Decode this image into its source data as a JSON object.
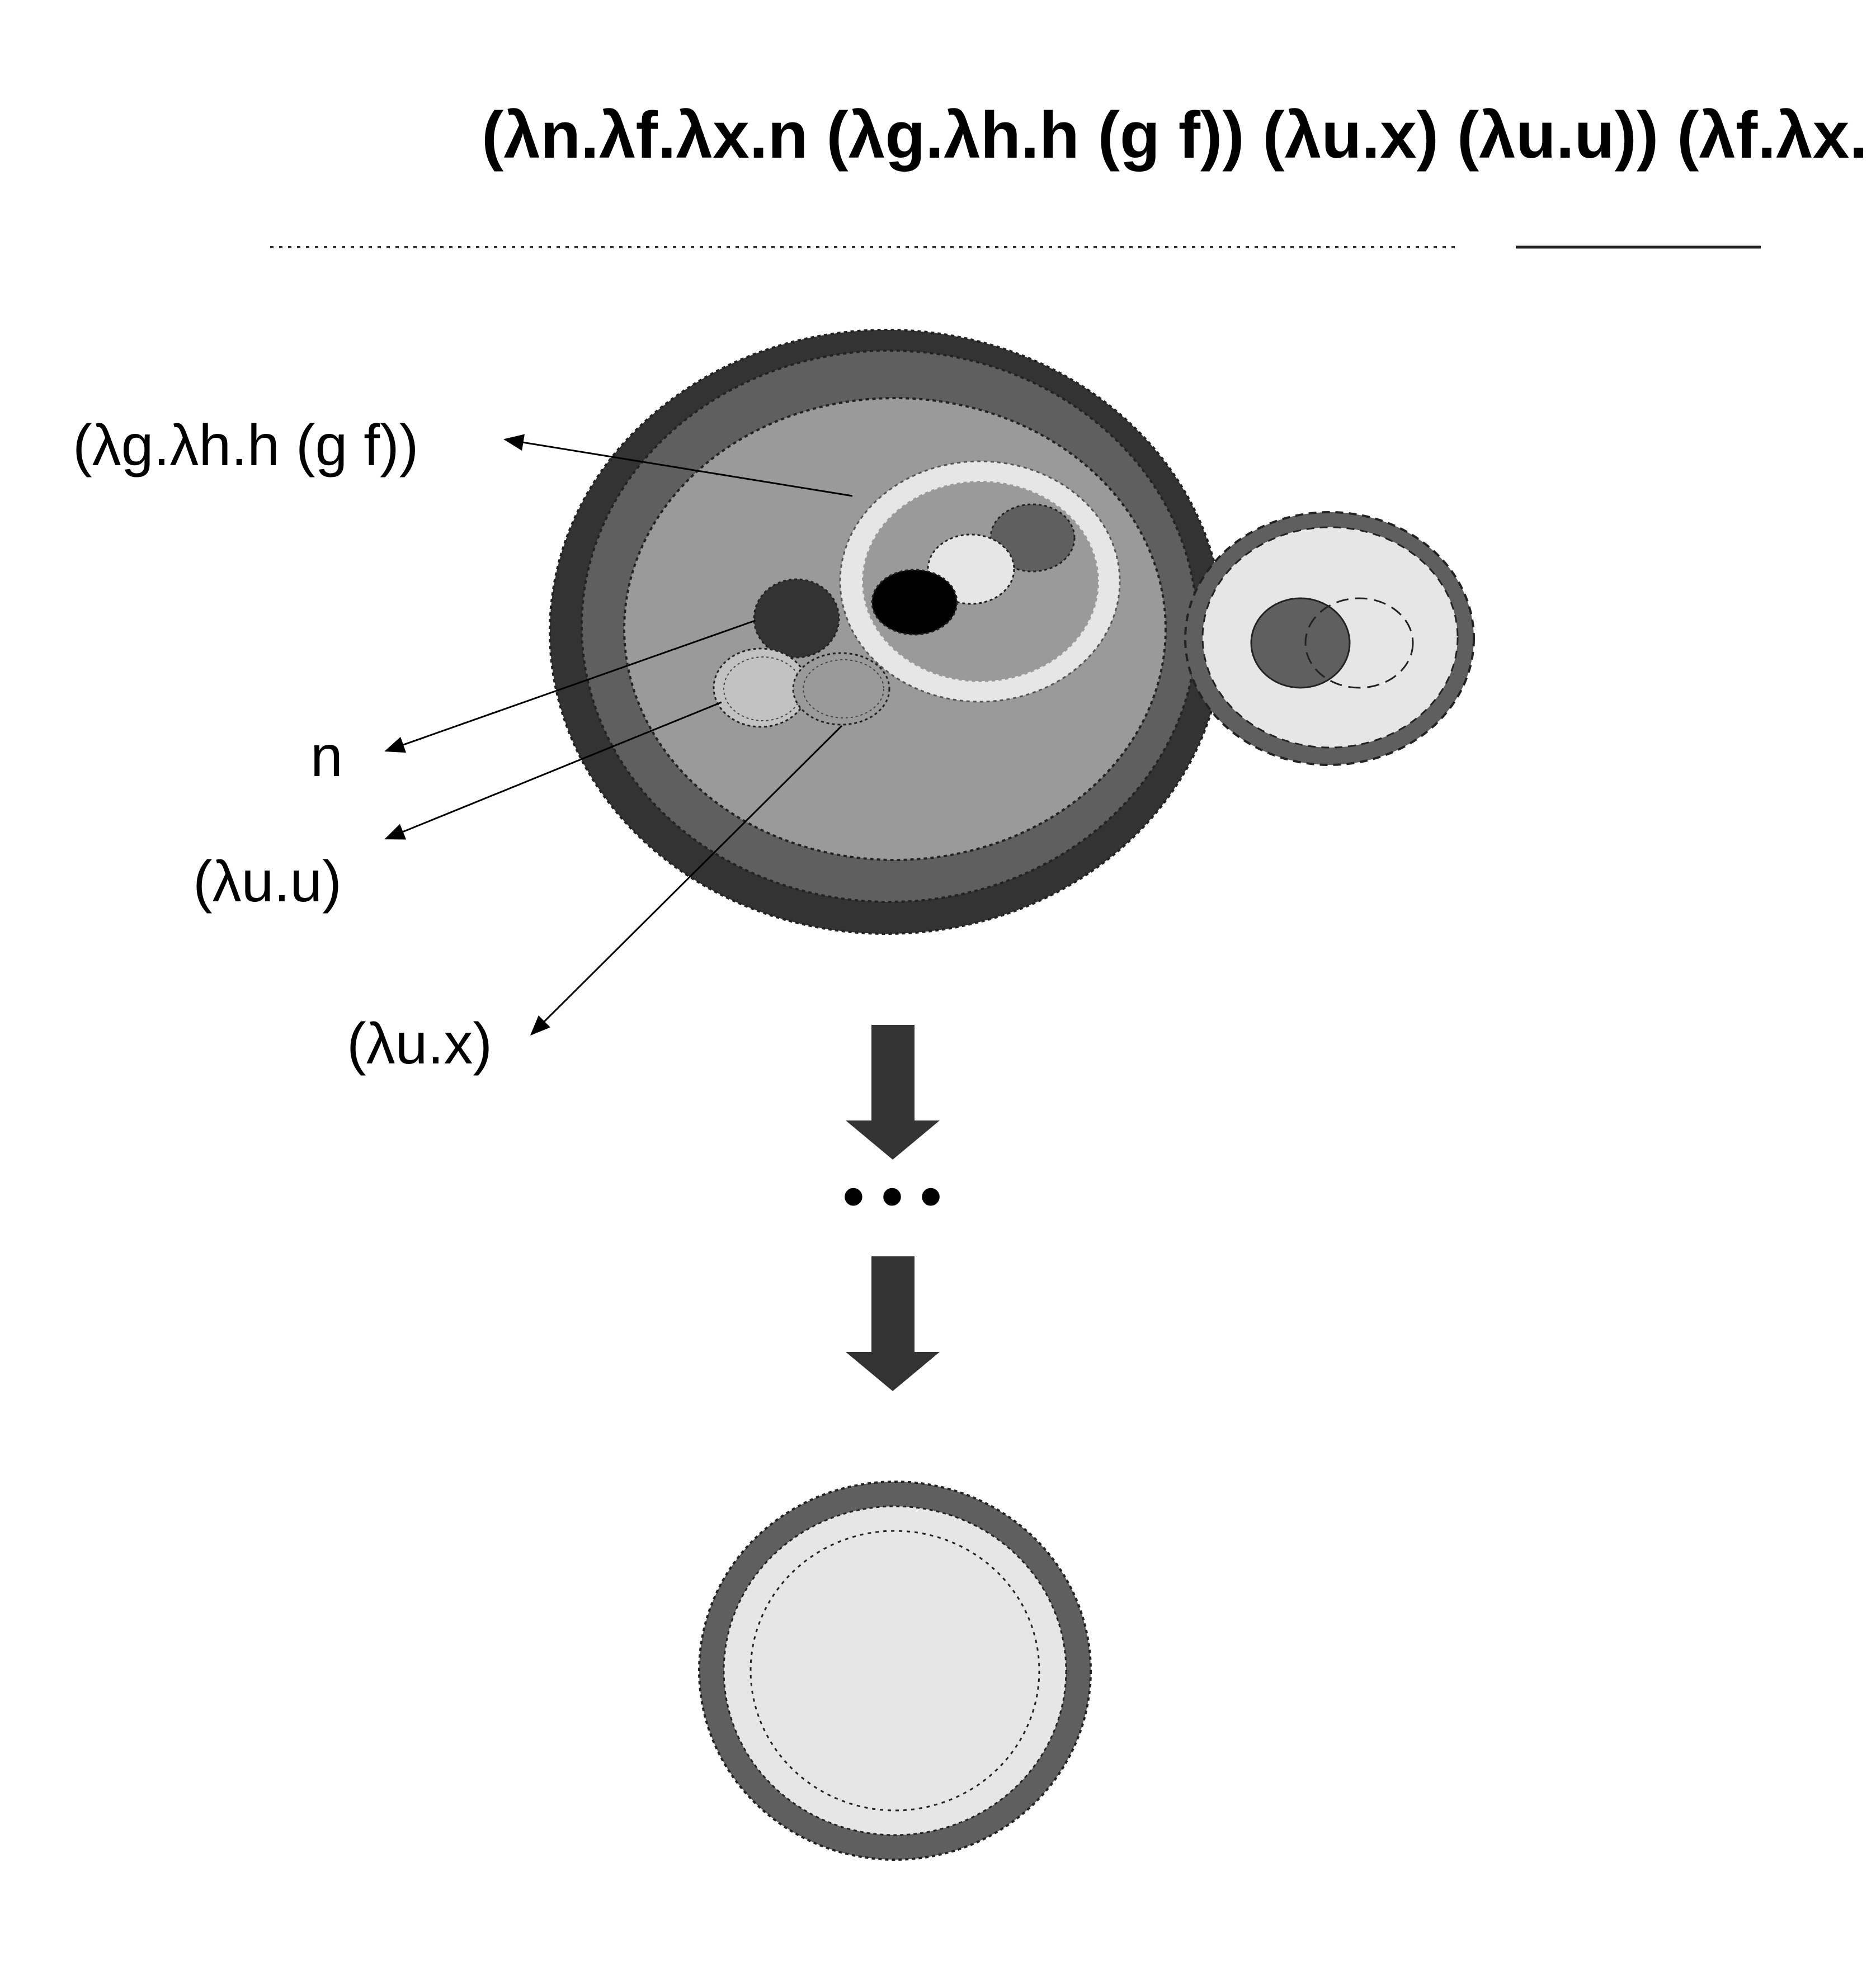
{
  "title": "(λn.λf.λx.n (λg.λh.h (g f)) (λu.x) (λu.u)) (λf.λx. f x)",
  "labels": {
    "inner_lambda": "(λg.λh.h (g f))",
    "n": "n",
    "identity": "(λu.u)",
    "const": "(λu.x)"
  },
  "ellipsis": "• • •",
  "colors": {
    "darkest": "#333333",
    "dark": "#5f5f5f",
    "mid": "#9a9a9a",
    "light": "#c8c8c8",
    "lightest": "#e6e6e6",
    "black": "#000000"
  }
}
